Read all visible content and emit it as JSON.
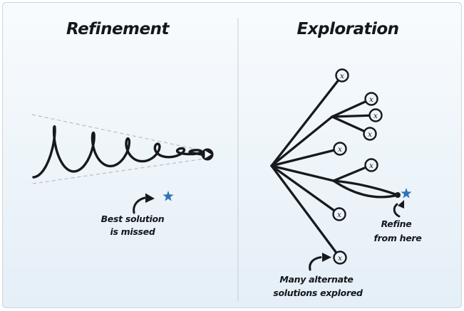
{
  "diagram": {
    "left": {
      "title": "Refinement",
      "annotation": [
        "Best solution",
        "is missed"
      ]
    },
    "right": {
      "title": "Exploration",
      "node_label": "x",
      "refine_annotation": [
        "Refine",
        "from here"
      ],
      "explore_annotation": [
        "Many alternate",
        "solutions explored"
      ]
    }
  },
  "colors": {
    "ink": "#16191d",
    "star_blue": "#2e74b5",
    "guide_gray": "#b5bcc3",
    "panel_border": "#ccd6dd",
    "background_top": "#f8fbfe",
    "background_bottom": "#e5eff7"
  }
}
